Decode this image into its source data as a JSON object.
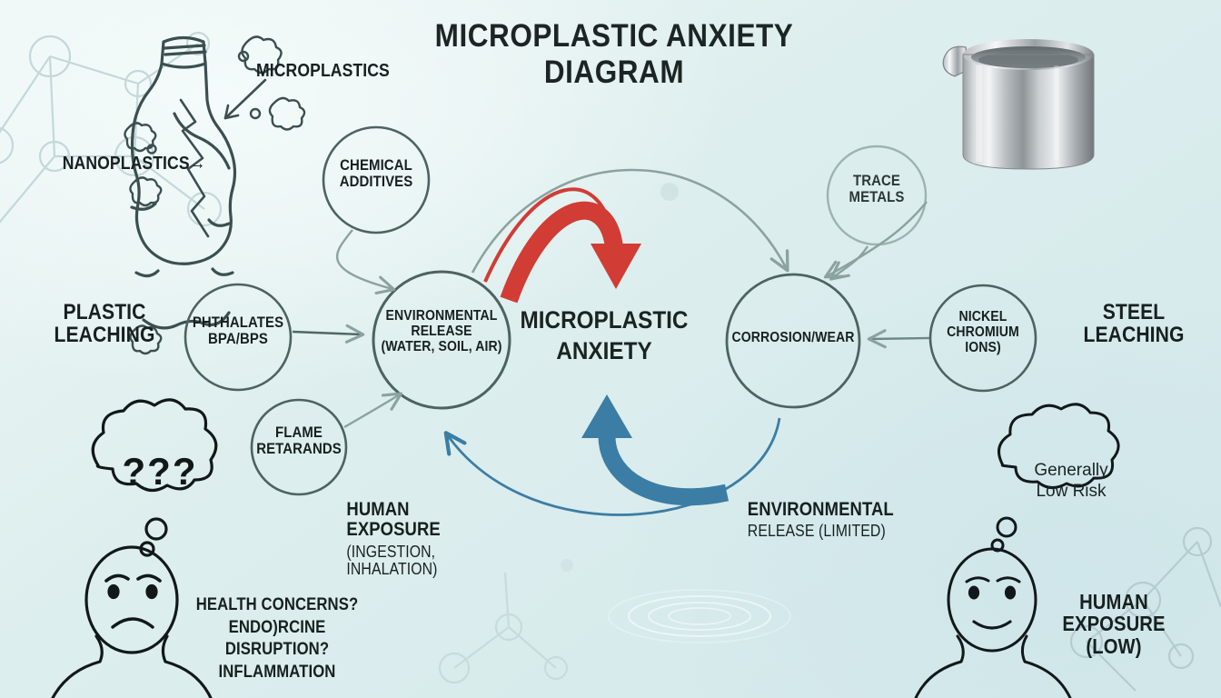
{
  "title": {
    "line1": "MICROPLASTIC ANXIETY",
    "line2": "DIAGRAM"
  },
  "center": {
    "line1": "MICROPLASTIC",
    "line2": "ANXIETY"
  },
  "side_headers": {
    "left": {
      "line1": "PLASTIC",
      "line2": "LEACHING"
    },
    "right": {
      "line1": "STEEL",
      "line2": "LEACHING"
    }
  },
  "nodes": [
    {
      "id": "chemical-additives",
      "lines": [
        "CHEMICAL",
        "ADDITIVES"
      ]
    },
    {
      "id": "phthalates",
      "lines": [
        "PHTHALATES",
        "BPA/BPS"
      ]
    },
    {
      "id": "flame-retardants",
      "lines": [
        "FLAME",
        "RETARANDS"
      ]
    },
    {
      "id": "environmental-release",
      "lines": [
        "ENVIRONMENTAL",
        "RELEASE",
        "(WATER, SOIL, AIR)"
      ]
    },
    {
      "id": "corrosion-wear",
      "lines": [
        "CORROSION/WEAR"
      ]
    },
    {
      "id": "trace-metals",
      "lines": [
        "TRACE",
        "METALS"
      ]
    },
    {
      "id": "nickel-chromium",
      "lines": [
        "NICKEL",
        "CHROMIUM",
        "IONS)"
      ]
    }
  ],
  "annotations": {
    "microplastics": "MICROPLASTICS",
    "nanoplastics": "NANOPLASTICS",
    "nanoplastics_arrow": "→"
  },
  "flow_labels": {
    "human_exposure": {
      "line1": "HUMAN EXPOSURE",
      "line2": "(INGESTION, INHALATION)"
    },
    "environmental_release_limited": {
      "line1": "ENVIRONMENTAL",
      "line2": "RELEASE (LIMITED)"
    }
  },
  "personas": {
    "worried": {
      "thought": "???",
      "concerns": [
        "HEALTH CONCERNS?",
        "ENDO)RCINE DISRUPTION?",
        "INFLAMMATION"
      ]
    },
    "calm": {
      "thought": {
        "line1": "Generally",
        "line2": "Low Risk"
      },
      "caption": {
        "line1": "HUMAN",
        "line2": "EXPOSURE",
        "line3": "(LOW)"
      }
    }
  },
  "colors": {
    "background": "#dfeef0",
    "node_stroke": "#4c6361",
    "text": "#17201f",
    "red_arrow": "#d13c35",
    "blue_arrow": "#3b7da4",
    "gray_arrow": "#8ba2a0",
    "faint_network": "#b9cfd2",
    "steel_light": "#e8eaec",
    "steel_dark": "#5f6569"
  },
  "icons": {
    "bottle": "cracked-plastic-bottle-icon",
    "cup": "stainless-steel-cup-icon",
    "worried_face": "worried-face-icon",
    "calm_face": "calm-face-icon",
    "ripples": "water-ripples-icon"
  }
}
